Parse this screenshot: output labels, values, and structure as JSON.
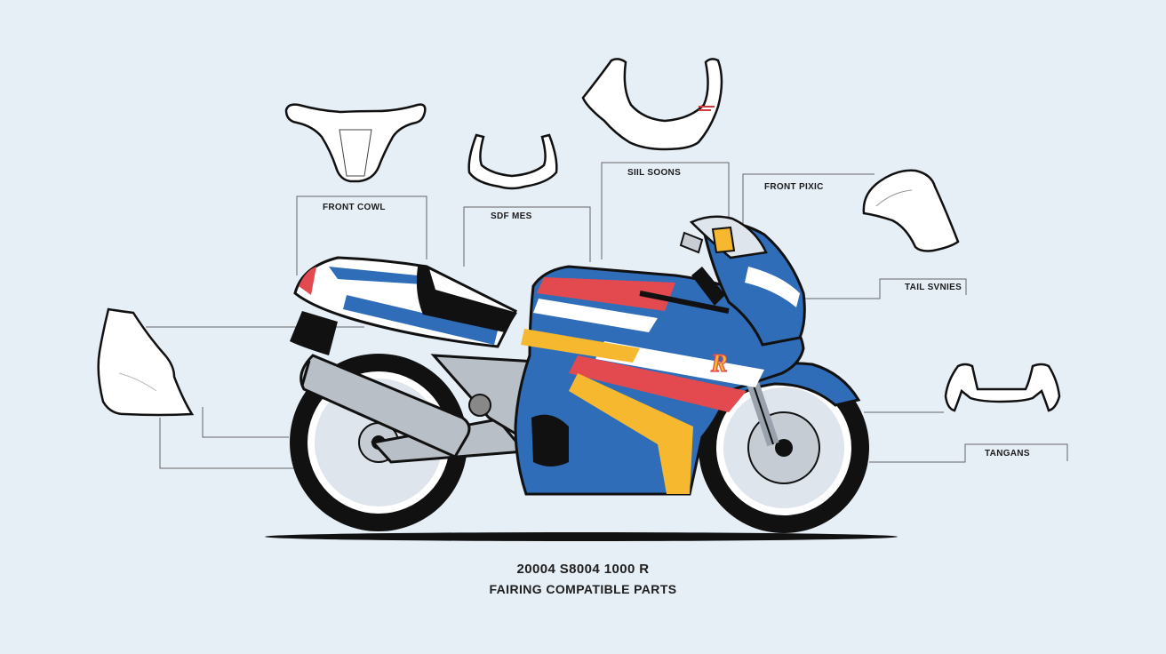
{
  "labels": {
    "front_cowl": "FRONT COWL",
    "side_mes": "SDF MES",
    "sill_soons": "SIIL SOONS",
    "front_pixic": "FRONT PIXIC",
    "tail_svnies": "TAIL SVNIES",
    "tangans": "TANGANS"
  },
  "caption": {
    "line1": "20004 S8004 1000 R",
    "line2": "FAIRING COMPATIBLE PARTS"
  },
  "icons": [
    "front-cowl-part-icon",
    "side-bracket-part-icon",
    "upper-fairing-part-icon",
    "windscreen-part-icon",
    "left-panel-part-icon",
    "lower-bracket-part-icon",
    "motorcycle-illustration"
  ],
  "colors": {
    "background": "#e6eef6",
    "fairing_blue": "#2f6db8",
    "stripe_red": "#e24a4f",
    "stripe_yellow": "#f5b82e",
    "frame_gray": "#b9bfc7",
    "outline": "#111111"
  }
}
